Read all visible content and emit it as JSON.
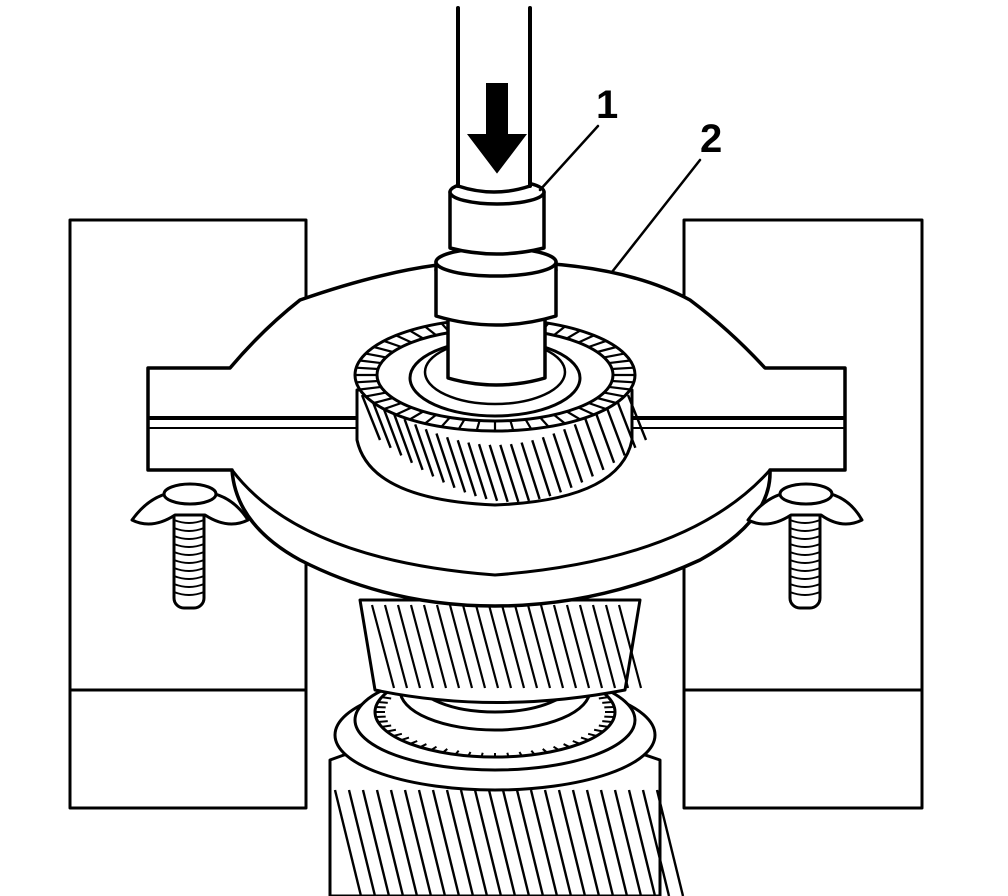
{
  "diagram": {
    "callouts": [
      {
        "id": "callout-1",
        "label": "1"
      },
      {
        "id": "callout-2",
        "label": "2"
      }
    ],
    "arrow_icon": "down-arrow-icon"
  }
}
